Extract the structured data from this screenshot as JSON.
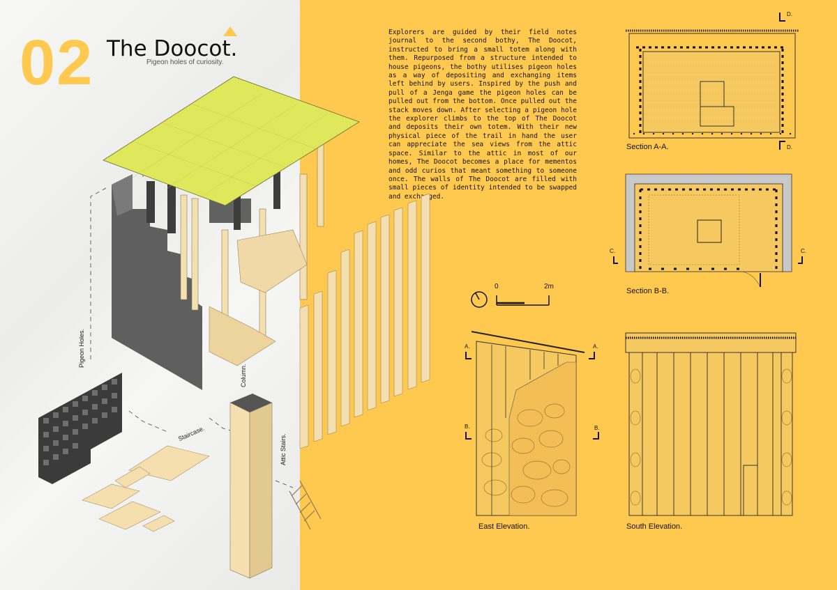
{
  "header": {
    "number": "02",
    "title": "The Doocot.",
    "subtitle": "Pigeon holes of curiosity."
  },
  "description": "Explorers are guided by their field notes journal to the second bothy, The Doocot, instructed to bring a small totem along with them. Repurposed from a structure intended to house pigeons, the bothy utilises pigeon holes as a way of depositing and exchanging items left behind by users. Inspired by the push and pull of a Jenga game the pigeon holes can be pulled out from the bottom. Once pulled out the stack moves down. After selecting a pigeon hole the explorer climbs to the top of The Doocot and deposits their own totem. With their new physical piece of the trail in hand the user can appreciate the sea views from the attic space. Similar to the attic in most of our homes, The Doocot becomes a place for mementos and odd curios that meant something to someone once. The walls of The Doocot are filled with small pieces of identity intended to be swapped and exchanged.",
  "axo_labels": {
    "pigeon_holes": "Pigeon Holes.",
    "column": "Column.",
    "staircase": "Staircase.",
    "attic_stairs": "Attic Stairs."
  },
  "scale_bar": {
    "start": "0",
    "end": "2m"
  },
  "drawings": {
    "section_aa": "Section A-A.",
    "section_bb": "Section B-B.",
    "east_elevation": "East Elevation.",
    "south_elevation": "South Elevation."
  },
  "markers": {
    "a": "A.",
    "b": "B.",
    "c": "C.",
    "d": "D."
  },
  "colors": {
    "yellow": "#ffc84e",
    "roof_green": "#dfe85a",
    "timber": "#f3dfb0",
    "dark_wall": "#5f5f5f"
  }
}
